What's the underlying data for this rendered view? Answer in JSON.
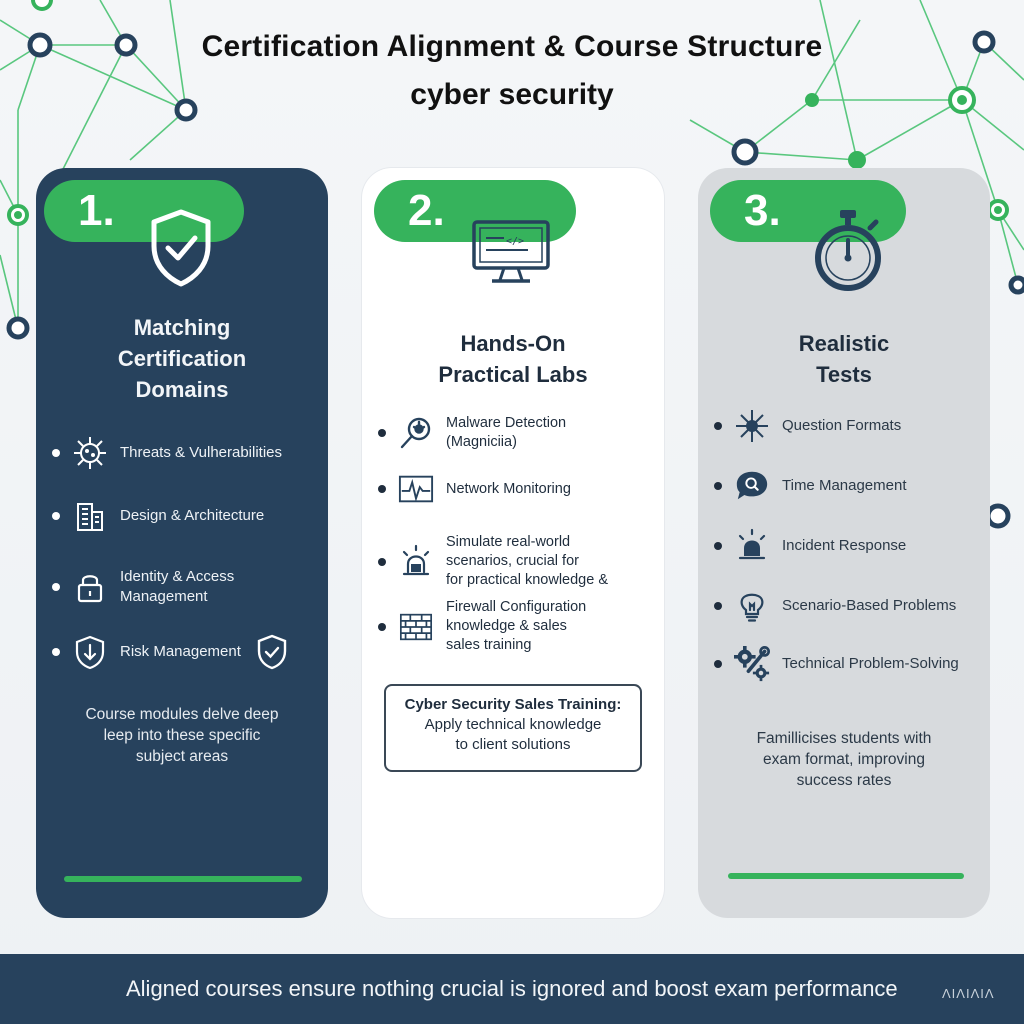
{
  "title": {
    "line1": "Certification Alignment &  Course Structure",
    "line2": "cyber security"
  },
  "colors": {
    "navy": "#27425d",
    "green": "#36b35c",
    "white_card": "#ffffff",
    "gray_card": "#d7dadd",
    "page_background": "#f0f3f5"
  },
  "cards": [
    {
      "number": "1.",
      "icon": "shield-check-icon",
      "title_lines": [
        "Matching",
        "Certification",
        "Domains"
      ],
      "items": [
        {
          "icon": "virus-icon",
          "lines": [
            "Threats & Vulherabilities"
          ]
        },
        {
          "icon": "building-icon",
          "lines": [
            "Design & Architecture"
          ]
        },
        {
          "icon": "padlock-icon",
          "lines": [
            "Identity & Access",
            "Management"
          ]
        },
        {
          "icon": "shield-download-icon",
          "lines": [
            "Risk Management"
          ]
        }
      ],
      "text_lines": [
        "Course modules delve deep",
        "leep into these specific",
        "subject areas"
      ]
    },
    {
      "number": "2.",
      "icon": "monitor-code-icon",
      "title_lines": [
        "Hands-On",
        "Practical Labs"
      ],
      "items": [
        {
          "icon": "magnifier-bug-icon",
          "lines": [
            "Malware Detection",
            "(Magniciia)"
          ]
        },
        {
          "icon": "heartbeat-monitor-icon",
          "lines": [
            "Network Monitoring"
          ]
        },
        {
          "icon": "alarm-light-icon",
          "lines": [
            "Simulate real-world",
            "scenarios, crucial for",
            "for practical knowledge &"
          ]
        },
        {
          "icon": "firewall-icon",
          "lines": [
            "Firewall Configuration",
            "knowledge & sales",
            "sales training"
          ]
        }
      ],
      "box": {
        "title": "Cyber Security Sales Training:",
        "lines": [
          "Apply technical knowledge",
          "to client solutions"
        ]
      }
    },
    {
      "number": "3.",
      "icon": "stopwatch-icon",
      "title_lines": [
        "Realistic",
        "Tests"
      ],
      "items": [
        {
          "icon": "network-node-icon",
          "lines": [
            "Question Formats"
          ]
        },
        {
          "icon": "chat-search-icon",
          "lines": [
            "Time Management"
          ]
        },
        {
          "icon": "alarm-light-icon",
          "lines": [
            "Incident Response"
          ]
        },
        {
          "icon": "lightbulb-icon",
          "lines": [
            "Scenario-Based Problems"
          ]
        },
        {
          "icon": "gears-wrench-icon",
          "lines": [
            "Technical Problem-Solving"
          ]
        }
      ],
      "text_lines": [
        "Famillicises students with",
        "exam format, improving",
        "success rates"
      ]
    }
  ],
  "footer": {
    "text": "Aligned courses ensure nothing crucial is ignored and boost exam performance",
    "mark": "ΛΙΛΙΛΙΛ"
  }
}
